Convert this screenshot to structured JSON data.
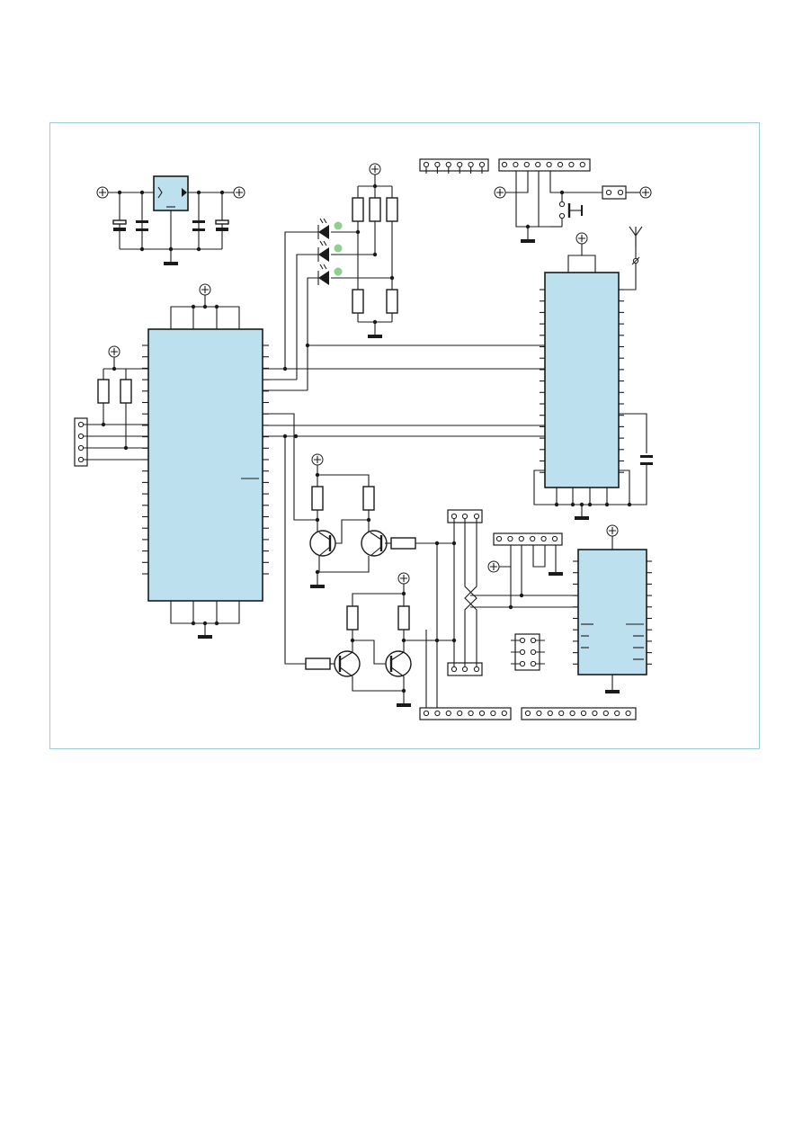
{
  "colors": {
    "ic_fill": "#bde0ee",
    "led_glow": "#8fcf8f",
    "frame_border": "#9fcbd8",
    "wire": "#1a1a1a"
  },
  "icons": {
    "supply": "plus-circle",
    "ground": "ground-bar",
    "antenna": "antenna",
    "led": "led-triangle"
  }
}
